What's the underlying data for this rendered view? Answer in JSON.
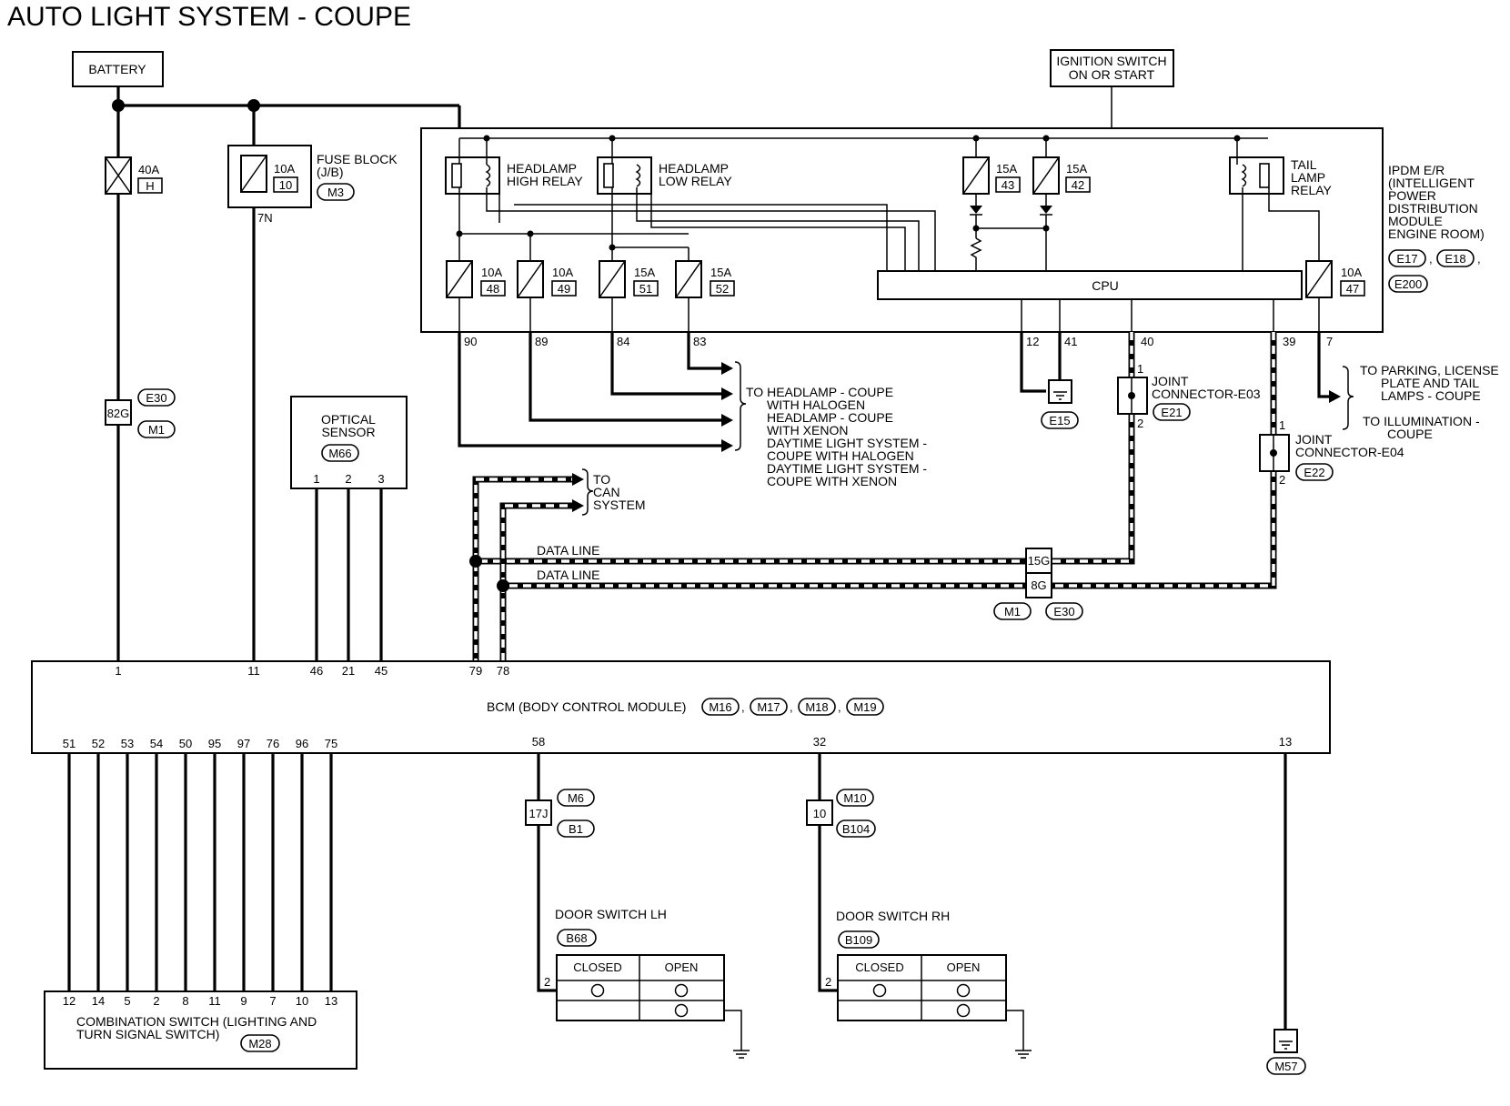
{
  "title": "AUTO LIGHT SYSTEM - COUPE",
  "battery": "BATTERY",
  "ignition": [
    "IGNITION SWITCH",
    "ON OR START"
  ],
  "fuses": {
    "main": {
      "rating": "40A",
      "id": "H"
    },
    "jb": {
      "rating": "10A",
      "id": "10",
      "label": [
        "FUSE BLOCK",
        "(J/B)"
      ],
      "conn": "M3",
      "pin": "7N"
    },
    "f43": {
      "rating": "15A",
      "id": "43"
    },
    "f42": {
      "rating": "15A",
      "id": "42"
    },
    "f48": {
      "rating": "10A",
      "id": "48"
    },
    "f49": {
      "rating": "10A",
      "id": "49"
    },
    "f51": {
      "rating": "15A",
      "id": "51"
    },
    "f52": {
      "rating": "15A",
      "id": "52"
    },
    "f47": {
      "rating": "10A",
      "id": "47"
    }
  },
  "relays": {
    "high": [
      "HEADLAMP",
      "HIGH RELAY"
    ],
    "low": [
      "HEADLAMP",
      "LOW RELAY"
    ],
    "tail": [
      "TAIL",
      "LAMP",
      "RELAY"
    ]
  },
  "cpu": "CPU",
  "ipdm": {
    "label": [
      "IPDM E/R",
      "(INTELLIGENT",
      "POWER",
      "DISTRIBUTION",
      "MODULE",
      "ENGINE ROOM)"
    ],
    "conns": [
      "E17",
      "E18",
      "E200"
    ],
    "pins": [
      "90",
      "89",
      "84",
      "83",
      "12",
      "41",
      "40",
      "39",
      "7"
    ]
  },
  "headlamp_targets": [
    "TO HEADLAMP - COUPE",
    "WITH HALOGEN",
    "HEADLAMP - COUPE",
    "WITH XENON",
    "DAYTIME LIGHT SYSTEM -",
    "COUPE WITH HALOGEN",
    "DAYTIME LIGHT SYSTEM -",
    "COUPE WITH XENON"
  ],
  "parking_targets": [
    "TO PARKING, LICENSE",
    "PLATE AND TAIL",
    "LAMPS - COUPE",
    "TO ILLUMINATION -",
    "COUPE"
  ],
  "can_target": [
    "TO",
    "CAN",
    "SYSTEM"
  ],
  "data_line": "DATA LINE",
  "ground_e15": "E15",
  "joint_e03": {
    "label": [
      "JOINT",
      "CONNECTOR-E03"
    ],
    "conn": "E21",
    "pins": [
      "1",
      "2"
    ]
  },
  "joint_e04": {
    "label": [
      "JOINT",
      "CONNECTOR-E04"
    ],
    "conn": "E22",
    "pins": [
      "1",
      "2"
    ]
  },
  "inline_main": {
    "pin": "82G",
    "conns": [
      "E30",
      "M1"
    ]
  },
  "inline_data": {
    "pins": [
      "15G",
      "8G"
    ],
    "conns": [
      "M1",
      "E30"
    ]
  },
  "optical": {
    "label": [
      "OPTICAL",
      "SENSOR"
    ],
    "conn": "M66",
    "pins": [
      "1",
      "2",
      "3"
    ]
  },
  "bcm": {
    "label": "BCM (BODY CONTROL MODULE)",
    "conns": [
      "M16",
      "M17",
      "M18",
      "M19"
    ],
    "top_pins": [
      "1",
      "11",
      "46",
      "21",
      "45",
      "79",
      "78"
    ],
    "bottom_pins": [
      "51",
      "52",
      "53",
      "54",
      "50",
      "95",
      "97",
      "76",
      "96",
      "75",
      "58",
      "32",
      "13"
    ]
  },
  "combo": {
    "label": [
      "COMBINATION SWITCH (LIGHTING AND",
      "TURN SIGNAL SWITCH)"
    ],
    "conn": "M28",
    "pins": [
      "12",
      "14",
      "5",
      "2",
      "8",
      "11",
      "9",
      "7",
      "10",
      "13"
    ]
  },
  "inline_lh": {
    "pin": "17J",
    "conns": [
      "M6",
      "B1"
    ]
  },
  "inline_rh": {
    "pin": "10",
    "conns": [
      "M10",
      "B104"
    ]
  },
  "door_lh": {
    "label": "DOOR SWITCH LH",
    "conn": "B68",
    "pin": "2",
    "closed": "CLOSED",
    "open": "OPEN"
  },
  "door_rh": {
    "label": "DOOR SWITCH RH",
    "conn": "B109",
    "pin": "2",
    "closed": "CLOSED",
    "open": "OPEN"
  },
  "ground_m57": "M57"
}
